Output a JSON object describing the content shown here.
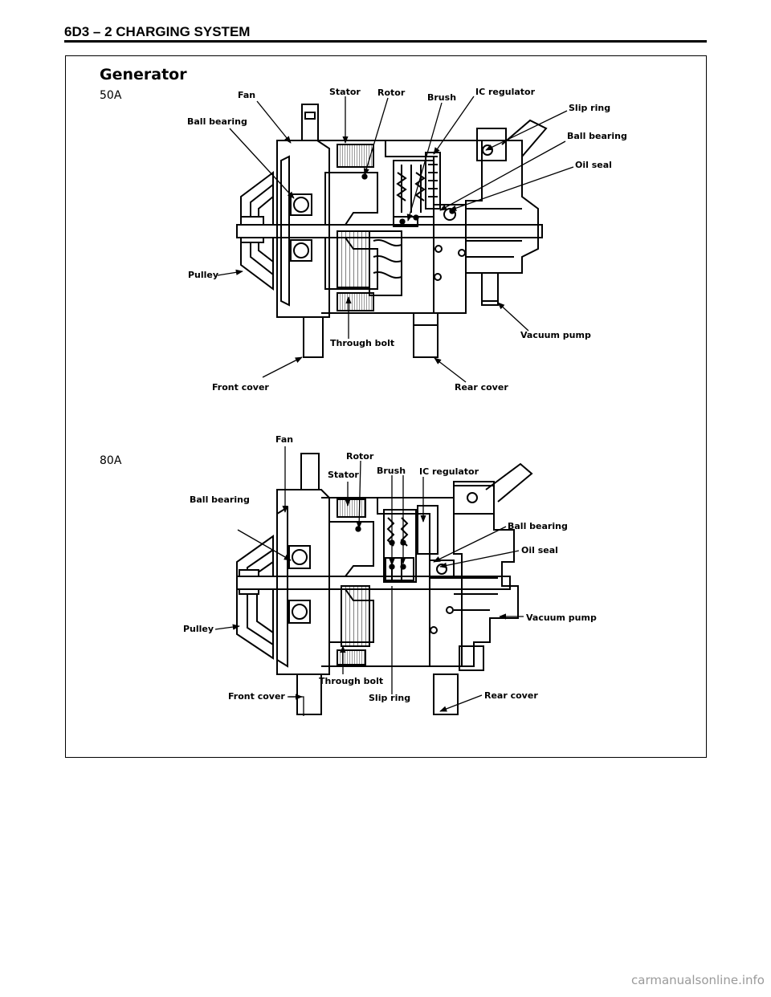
{
  "header": {
    "title": "6D3 – 2 CHARGING SYSTEM"
  },
  "figure": {
    "title": "Generator",
    "variants": [
      {
        "name": "50A",
        "labels": {
          "fan": "Fan",
          "stator": "Stator",
          "rotor": "Rotor",
          "brush": "Brush",
          "ic_regulator": "IC regulator",
          "slip_ring": "Slip ring",
          "ball_bearing_front": "Ball bearing",
          "ball_bearing_rear": "Ball bearing",
          "oil_seal": "Oil seal",
          "pulley": "Pulley",
          "through_bolt": "Through bolt",
          "vacuum_pump": "Vacuum pump",
          "front_cover": "Front cover",
          "rear_cover": "Rear cover"
        }
      },
      {
        "name": "80A",
        "labels": {
          "fan": "Fan",
          "rotor": "Rotor",
          "stator": "Stator",
          "brush": "Brush",
          "ic_regulator": "IC regulator",
          "ball_bearing_front": "Ball bearing",
          "ball_bearing_rear": "Ball bearing",
          "oil_seal": "Oil seal",
          "pulley": "Pulley",
          "vacuum_pump": "Vacuum pump",
          "through_bolt": "Through bolt",
          "front_cover": "Front cover",
          "slip_ring": "Slip ring",
          "rear_cover": "Rear cover"
        }
      }
    ]
  },
  "footer": {
    "watermark": "carmanualsonline.info"
  }
}
